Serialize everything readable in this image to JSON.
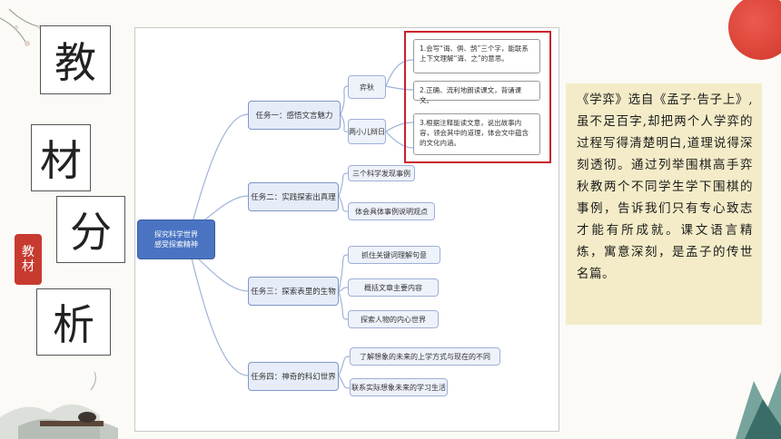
{
  "title_chars": [
    "教",
    "材",
    "分",
    "析"
  ],
  "seal": {
    "line1": "教",
    "line2": "材"
  },
  "mindmap": {
    "root": {
      "line1": "探究科学世界",
      "line2": "感受探索精神"
    },
    "tasks": [
      {
        "label": "任务一：感悟文言魅力"
      },
      {
        "label": "任务二：实践探索出真理"
      },
      {
        "label": "任务三：探索表里的生物"
      },
      {
        "label": "任务四：神奇的科幻世界"
      }
    ],
    "t1_children": [
      "弈秋",
      "两小儿辩日"
    ],
    "t1_goals": [
      "1.会写“诲、俱、鹄”三个字，能联系上下文理解“诲、之”的意思。",
      "2.正确、流利地朗读课文，背诵课文。",
      "3.根据注释能读文意，说出故事内容，领会其中的道理，体会文中蕴含的文化内涵。"
    ],
    "t2_children": [
      "三个科学发现事例",
      "体会具体事例说明观点"
    ],
    "t3_children": [
      "抓住关键词理解句意",
      "概括文章主要内容",
      "探索人物的内心世界"
    ],
    "t4_children": [
      "了解想象的未来的上学方式与现在的不同",
      "联系实际想象未来的学习生活"
    ]
  },
  "side_text": "《学弈》选自《孟子·告子上》,虽不足百字,却把两个人学弈的过程写得清楚明白,道理说得深刻透彻。通过列举围棋高手弈秋教两个不同学生学下围棋的事例，告诉我们只有专心致志才能有所成就。课文语言精炼，寓意深刻，是孟子的传世名篇。",
  "colors": {
    "accent_red": "#c8232c",
    "root_blue": "#4a74c2",
    "paper": "#f4ecc8"
  }
}
